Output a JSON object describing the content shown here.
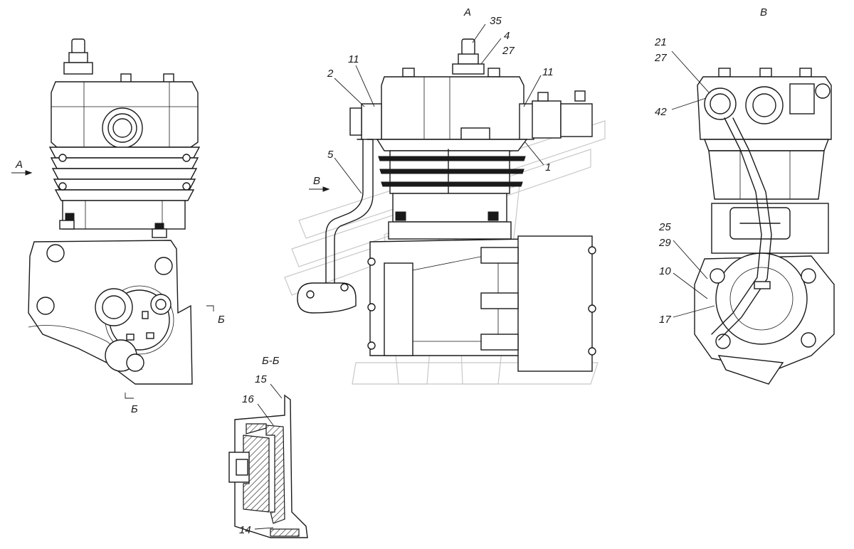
{
  "views": {
    "view_a_title": "А",
    "view_b_title": "В",
    "section_title": "Б-Б",
    "arrow_a_label": "А",
    "arrow_b_label": "В",
    "section_mark_1": "Б",
    "section_mark_2": "Б"
  },
  "callouts": {
    "c35": "35",
    "c4": "4",
    "c27a": "27",
    "c11a": "11",
    "c2": "2",
    "c11b": "11",
    "c1": "1",
    "c5": "5",
    "c21": "21",
    "c27b": "27",
    "c42": "42",
    "c25": "25",
    "c29": "29",
    "c10": "10",
    "c17": "17",
    "c15": "15",
    "c16": "16",
    "c14": "14"
  }
}
